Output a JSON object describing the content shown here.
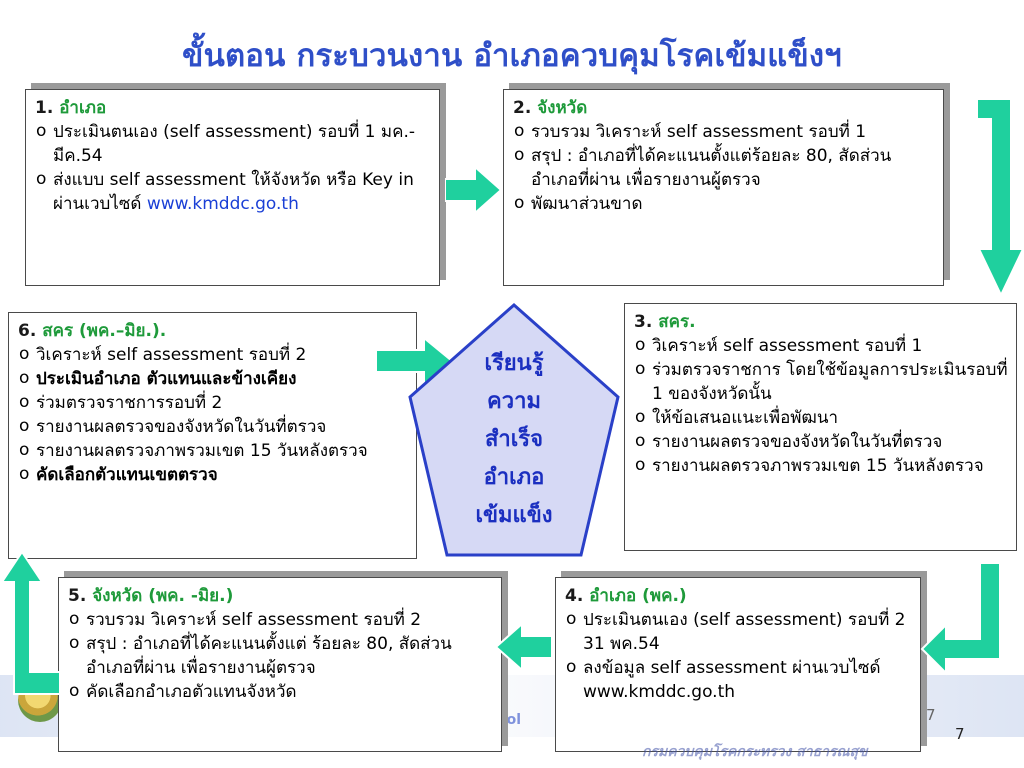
{
  "title": "ขั้นตอน กระบวนงาน อำเภอควบคุมโรคเข้มแข็งฯ",
  "colors": {
    "title": "#2f4fc8",
    "heading": "#1e9a3a",
    "arrow": "#1fd09e",
    "pentagon_fill": "#d6d9f5",
    "pentagon_stroke": "#2a40c8",
    "link": "#1a3fd6"
  },
  "boxes": {
    "b1": {
      "num": "1.",
      "label": "อำเภอ",
      "items": [
        "ประเมินตนเอง (self assessment) รอบที่ 1 มค.-มีค.54",
        "ส่งแบบ self assessment ให้จังหวัด หรือ Key in ผ่านเวบไซด์"
      ],
      "link": "www.kmddc.go.th"
    },
    "b2": {
      "num": "2.",
      "label": "จังหวัด",
      "items": [
        "รวบรวม วิเคราะห์ self assessment รอบที่ 1",
        "สรุป : อำเภอที่ได้คะแนนตั้งแต่ร้อยละ 80, สัดส่วนอำเภอที่ผ่าน เพื่อรายงานผู้ตรวจ",
        "พัฒนาส่วนขาด"
      ]
    },
    "b3": {
      "num": "3.",
      "label": "สคร.",
      "items": [
        "วิเคราะห์ self assessment รอบที่ 1",
        "ร่วมตรวจราชการ โดยใช้ข้อมูลการประเมินรอบที่ 1 ของจังหวัดนั้น",
        "ให้ข้อเสนอแนะเพื่อพัฒนา",
        "รายงานผลตรวจของจังหวัดในวันที่ตรวจ",
        "รายงานผลตรวจภาพรวมเขต 15 วันหลังตรวจ"
      ]
    },
    "b4": {
      "num": "4.",
      "label": "อำเภอ (พค.)",
      "items": [
        "ประเมินตนเอง (self assessment) รอบที่ 2  31 พค.54",
        "ลงข้อมูล self assessment  ผ่านเวบไซด์ www.kmddc.go.th"
      ]
    },
    "b5": {
      "num": "5.",
      "label": "จังหวัด (พค. -มิย.)",
      "items": [
        "รวบรวม วิเคราะห์ self assessment รอบที่ 2",
        "สรุป : อำเภอที่ได้คะแนนตั้งแต่ ร้อยละ 80, สัดส่วนอำเภอที่ผ่าน เพื่อรายงานผู้ตรวจ",
        "คัดเลือกอำเภอตัวแทนจังหวัด"
      ]
    },
    "b6": {
      "num": "6.",
      "label": "สคร (พค.–มิย.).",
      "items": [
        "วิเคราะห์ self assessment รอบที่ 2",
        "ประเมินอำเภอ ตัวแทนและข้างเคียง",
        "ร่วมตรวจราชการรอบที่ 2",
        "รายงานผลตรวจของจังหวัดในวันที่ตรวจ",
        "รายงานผลตรวจภาพรวมเขต 15 วันหลังตรวจ",
        "คัดเลือกตัวแทนเขตตรวจ"
      ]
    }
  },
  "center": [
    "เรียนรู้",
    "ความ",
    "สำเร็จ",
    "อำเภอ",
    "เข้มแข็ง"
  ],
  "page_number": "7",
  "page_number_ghost": "7",
  "footer_text": "กรมควบคุมโรคกระทรวง สาธารณสุข",
  "band_text": "trol"
}
